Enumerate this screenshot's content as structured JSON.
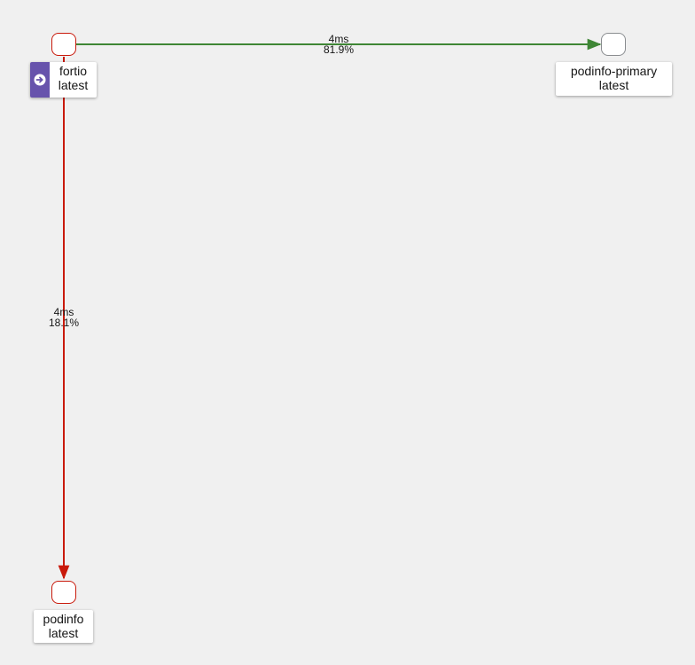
{
  "nodes": {
    "fortio": {
      "name": "fortio",
      "version": "latest",
      "icon": "arrow-circle-right-icon"
    },
    "podinfo_primary": {
      "name": "podinfo-primary",
      "version": "latest"
    },
    "podinfo": {
      "name": "podinfo",
      "version": "latest"
    }
  },
  "edges": {
    "fortio_to_primary": {
      "latency": "4ms",
      "percent": "81.9%",
      "color": "#3e8635"
    },
    "fortio_to_podinfo": {
      "latency": "4ms",
      "percent": "18.1%",
      "color": "#c9190b"
    }
  },
  "colors": {
    "background": "#f0f0f0",
    "error_border": "#c9190b",
    "healthy_border": "#8a8d90",
    "badge": "#6753ac"
  }
}
